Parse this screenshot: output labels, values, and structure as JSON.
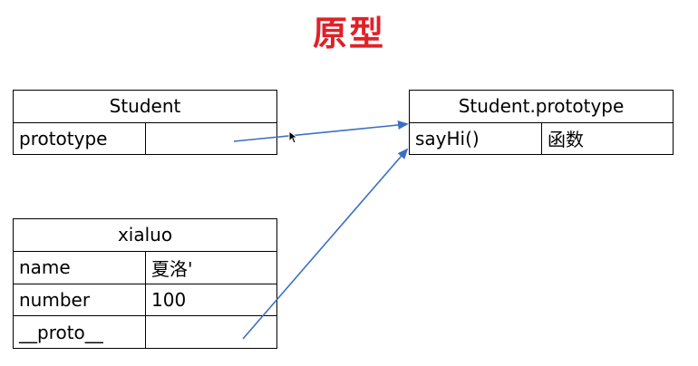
{
  "title": "原型",
  "student": {
    "header": "Student",
    "rows": [
      {
        "key": "prototype",
        "value": ""
      }
    ]
  },
  "student_prototype": {
    "header": "Student.prototype",
    "rows": [
      {
        "key": "sayHi()",
        "value": "函数"
      }
    ]
  },
  "instance": {
    "header": "xialuo",
    "rows": [
      {
        "key": "name",
        "value": "夏洛'"
      },
      {
        "key": "number",
        "value": "100"
      },
      {
        "key": "__proto__",
        "value": ""
      }
    ]
  },
  "colors": {
    "title": "#e02128",
    "arrow": "#3a6fc4"
  }
}
